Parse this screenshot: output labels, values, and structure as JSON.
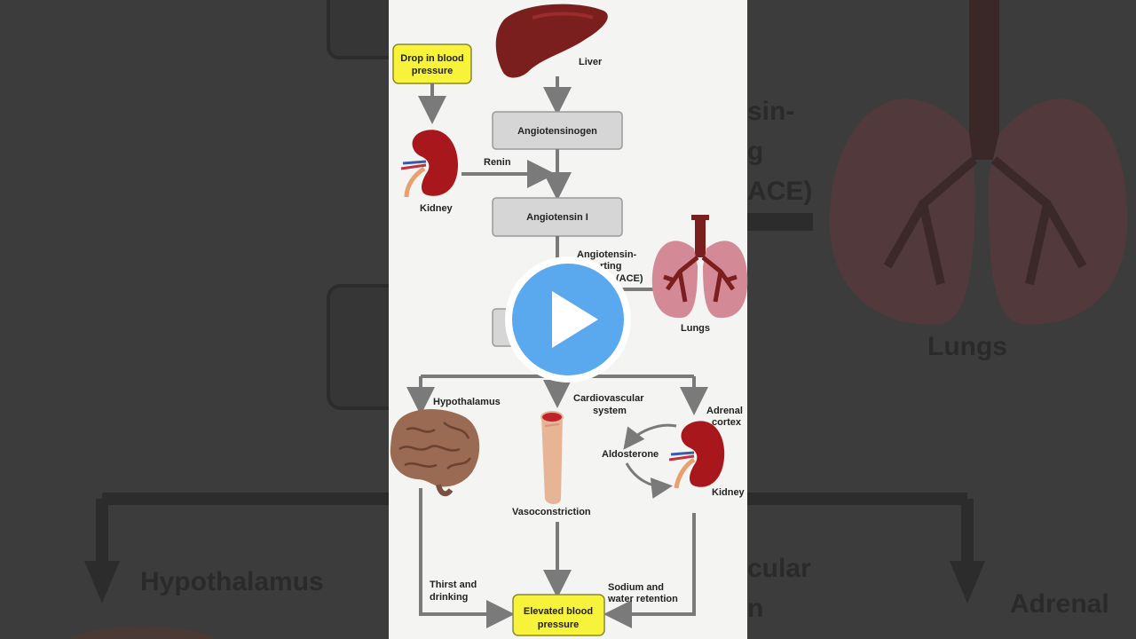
{
  "background": {
    "lungs_label": "Lungs",
    "hypothalamus_label": "Hypothalamus",
    "ace_fragment_1": "sin-",
    "ace_fragment_2": "g",
    "ace_fragment_3": "ACE)",
    "cv_fragment_1": "cular",
    "cv_fragment_2": "n",
    "adrenal_fragment": "Adrenal"
  },
  "diagram": {
    "drop_box": [
      "Drop in blood",
      "pressure"
    ],
    "liver": "Liver",
    "angiotensinogen": "Angiotensinogen",
    "renin": "Renin",
    "kidney": "Kidney",
    "angiotensin_i": "Angiotensin I",
    "ace": [
      "Angiotensin-",
      "rting",
      "(ACE)"
    ],
    "lungs": "Lungs",
    "hypothalamus": "Hypothalamus",
    "cardiovascular": [
      "Cardiovascular",
      "system"
    ],
    "adrenal": [
      "Adrenal",
      "cortex"
    ],
    "aldosterone": "Aldosterone",
    "kidney2": "Kidney",
    "vasoconstriction": "Vasoconstriction",
    "thirst": [
      "Thirst and",
      "drinking"
    ],
    "sodium": [
      "Sodium and",
      "water retention"
    ],
    "elevated": [
      "Elevated blood",
      "pressure"
    ]
  },
  "colors": {
    "yellow_box": "#f7f23a",
    "gray_box": "#d6d6d6",
    "arrow": "#7a7a7a",
    "play_button": "#5aa9ee"
  },
  "play_icon": "play-icon"
}
